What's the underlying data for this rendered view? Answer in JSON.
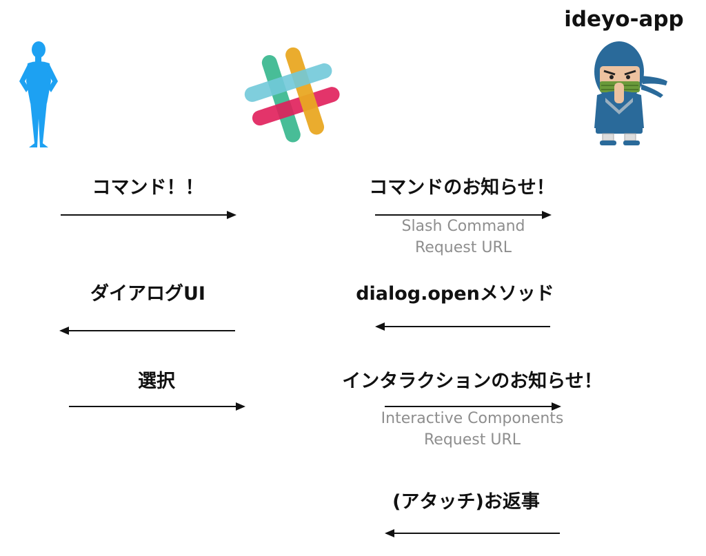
{
  "app_label": "ideyo-app",
  "colors": {
    "user": "#1da1f2",
    "slack_teal": "#71c9d9",
    "slack_green": "#3eb991",
    "slack_yellow": "#e9a823",
    "slack_pink": "#e01e5a",
    "text_primary": "#111111",
    "text_secondary": "#8e8e8e",
    "arrow": "#111111"
  },
  "actors": [
    {
      "name": "user",
      "icon": "person-silhouette-icon"
    },
    {
      "name": "slack",
      "icon": "slack-logo-icon"
    },
    {
      "name": "ideyo-app",
      "icon": "ninja-icon"
    }
  ],
  "left_steps": [
    {
      "label": "コマンド！！",
      "direction": "right"
    },
    {
      "label": "ダイアログUI",
      "direction": "left"
    },
    {
      "label": "選択",
      "direction": "right"
    }
  ],
  "right_steps": [
    {
      "label": "コマンドのお知らせ！",
      "sub": [
        "Slash Command",
        "Request URL"
      ],
      "direction": "right"
    },
    {
      "label": "dialog.openメソッド",
      "sub": [],
      "direction": "left"
    },
    {
      "label": "インタラクションのお知らせ！",
      "sub": [
        "Interactive Components",
        "Request URL"
      ],
      "direction": "right"
    },
    {
      "label": "(アタッチ)お返事",
      "sub": [],
      "direction": "left"
    }
  ]
}
